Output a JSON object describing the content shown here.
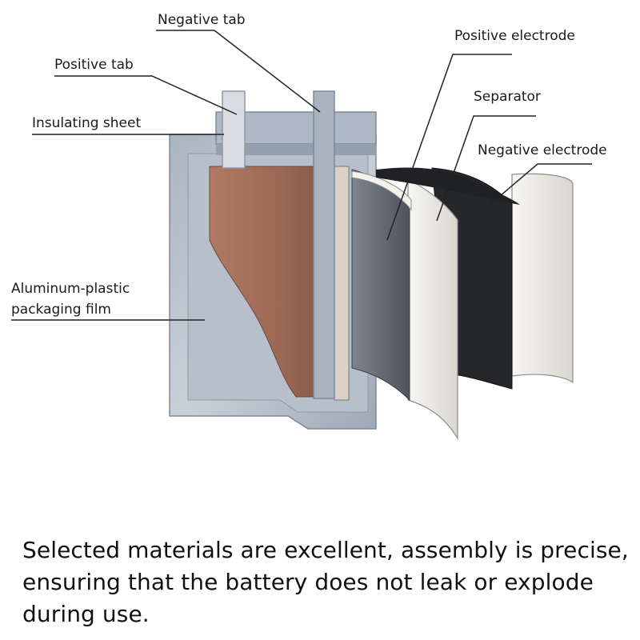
{
  "labels": {
    "negative_tab": "Negative tab",
    "positive_tab": "Positive tab",
    "insulating_sheet": "Insulating sheet",
    "aluminum_line1": "Aluminum-plastic",
    "aluminum_line2": "packaging film",
    "positive_electrode": "Positive electrode",
    "separator": "Separator",
    "negative_electrode": "Negative electrode"
  },
  "caption": "Selected materials are excellent, assembly is precise, ensuring that the battery does not leak or explode during use.",
  "colors": {
    "casing": "#9aa6b4",
    "casing_light": "#c4ccd5",
    "copper": "#9c6b57",
    "dark_layer": "#2b2d31",
    "light_layer": "#ecebe6"
  }
}
